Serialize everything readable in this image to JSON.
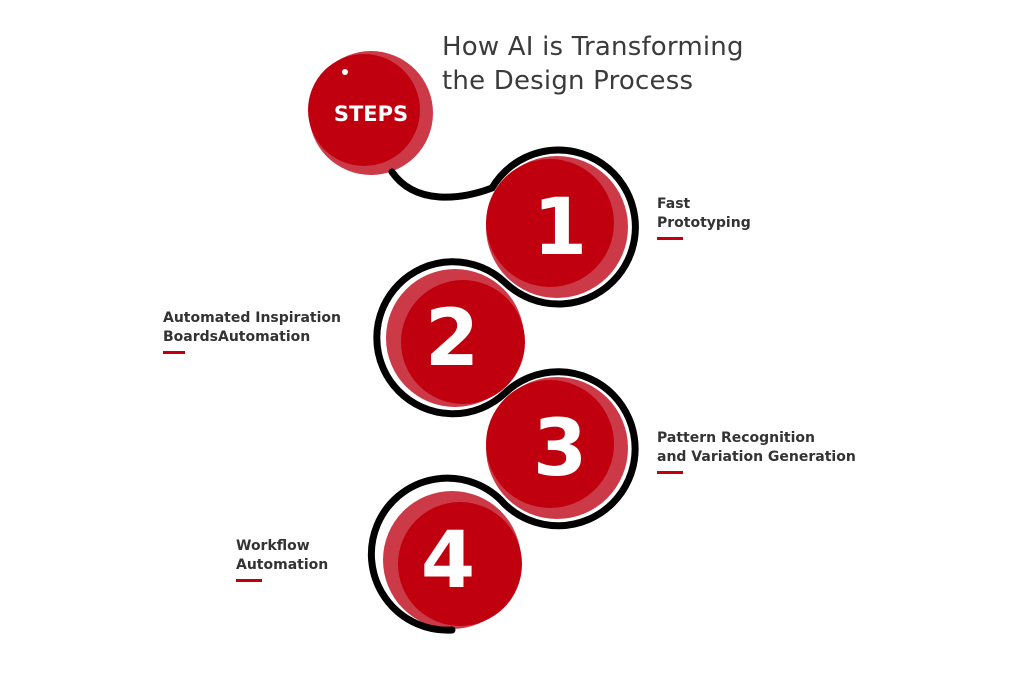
{
  "title": {
    "line1": "How AI is Transforming",
    "line2": "the Design Process"
  },
  "badge": "STEPS",
  "colors": {
    "accent": "#c1000f",
    "accent_light": "#cc3a48",
    "line": "#000000",
    "text": "#333333"
  },
  "steps": [
    {
      "number": "1",
      "line1": "Fast",
      "line2": "Prototyping"
    },
    {
      "number": "2",
      "line1": "Automated Inspiration",
      "line2": "BoardsAutomation"
    },
    {
      "number": "3",
      "line1": "Pattern Recognition",
      "line2": "and Variation Generation"
    },
    {
      "number": "4",
      "line1": "Workflow",
      "line2": "Automation"
    }
  ]
}
